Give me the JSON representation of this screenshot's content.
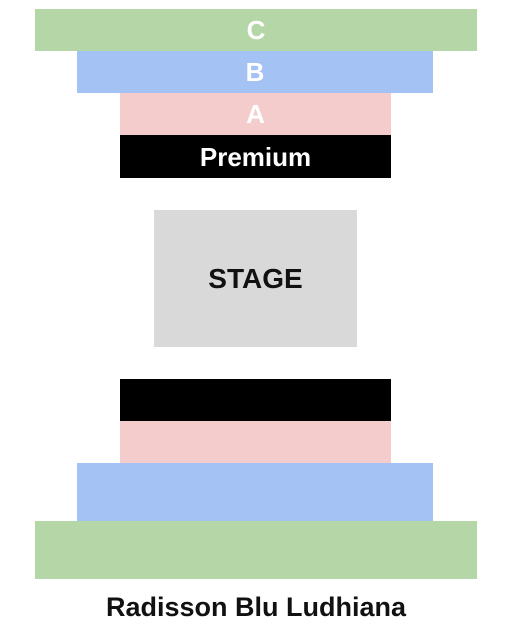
{
  "colors": {
    "C": "#b5d7a8",
    "B": "#a4c2f4",
    "A": "#f4cccc",
    "Premium": "#000000",
    "stage": "#d9d9d9"
  },
  "top_sections": {
    "C": "C",
    "B": "B",
    "A": "A",
    "Premium": "Premium"
  },
  "stage": {
    "label": "STAGE"
  },
  "venue": {
    "name": "Radisson Blu Ludhiana"
  }
}
